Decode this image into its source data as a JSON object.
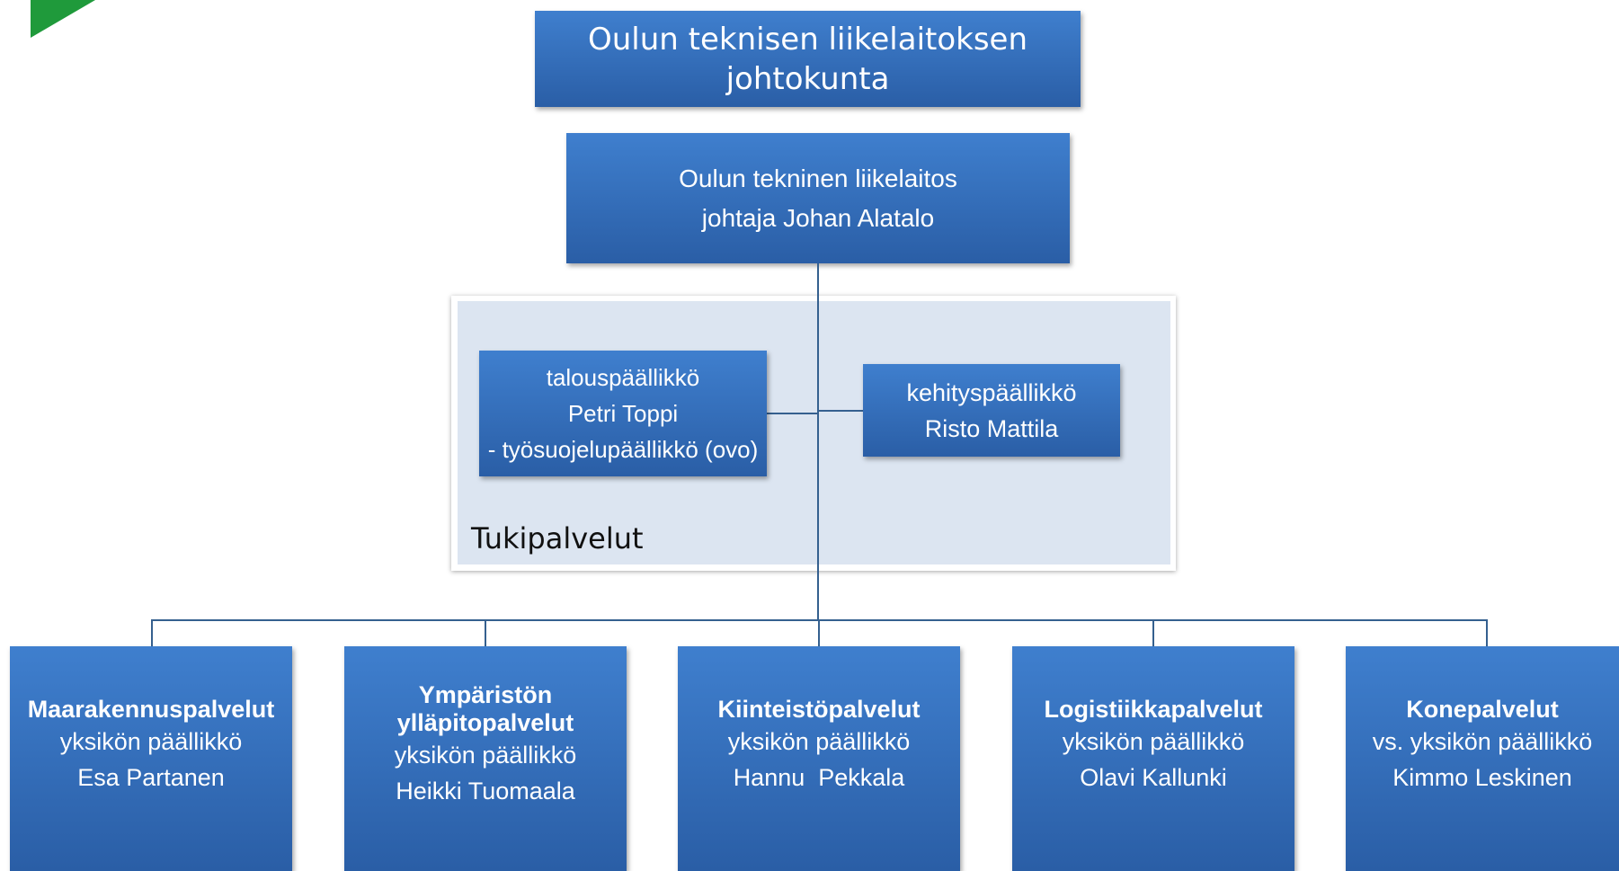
{
  "board": {
    "line1": "Oulun teknisen liikelaitoksen",
    "line2": "johtokunta"
  },
  "director": {
    "line1": "Oulun tekninen liikelaitos",
    "line2": "johtaja Johan Alatalo"
  },
  "support": {
    "label": "Tukipalvelut",
    "finance": {
      "title": "talouspäällikkö",
      "name": "Petri Toppi",
      "extra": "- työsuojelupäällikkö (ovo)"
    },
    "development": {
      "title": "kehityspäällikkö",
      "name": "Risto Mattila"
    }
  },
  "units": [
    {
      "name": "Maarakennuspalvelut",
      "role": "yksikön päällikkö",
      "person": "Esa Partanen"
    },
    {
      "name_line1": "Ympäristön",
      "name_line2": "ylläpitopalvelut",
      "role": "yksikön päällikkö",
      "person": "Heikki Tuomaala"
    },
    {
      "name": "Kiinteistöpalvelut",
      "role": "yksikön päällikkö",
      "person": "Hannu  Pekkala"
    },
    {
      "name": "Logistiikkapalvelut",
      "role": "yksikön päällikkö",
      "person": "Olavi Kallunki"
    },
    {
      "name": "Konepalvelut",
      "role": "vs. yksikön päällikkö",
      "person": "Kimmo Leskinen"
    }
  ],
  "colors": {
    "box": "#3a75c4",
    "connector": "#35608f",
    "panel": "#dce5f1",
    "logo": "#1f9a3b"
  }
}
